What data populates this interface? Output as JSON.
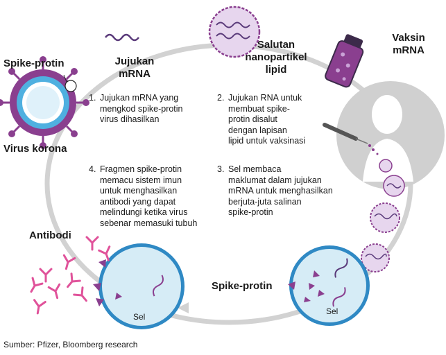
{
  "labels": {
    "spike_protein_top": "Spike-protin",
    "virus": "Virus korona",
    "mrna_seq_1": "Jujukan",
    "mrna_seq_2": "mRNA",
    "lnp_1": "Salutan",
    "lnp_2": "nanopartikel",
    "lnp_3": "lipid",
    "vaccine_1": "Vaksin",
    "vaccine_2": "mRNA",
    "antibody": "Antibodi",
    "spike_protein_cell": "Spike-protin",
    "cell_left": "Sel",
    "cell_right": "Sel"
  },
  "steps": [
    {
      "num": "1.",
      "lines": [
        "Jujukan mRNA yang",
        "mengkod spike-protin",
        "virus dihasilkan"
      ]
    },
    {
      "num": "2.",
      "lines": [
        "Jujukan RNA untuk",
        "membuat spike-",
        "protin disalut",
        "dengan lapisan",
        "lipid untuk vaksinasi"
      ]
    },
    {
      "num": "3.",
      "lines": [
        "Sel membaca",
        "maklumat dalam jujukan",
        "mRNA untuk menghasilkan",
        "berjuta-juta salinan",
        "spike-protin"
      ]
    },
    {
      "num": "4.",
      "lines": [
        "Fragmen spike-protin",
        "memacu sistem imun",
        "untuk menghasilkan",
        "antibodi yang dapat",
        "melindungi ketika virus",
        "sebenar memasuki tubuh"
      ]
    }
  ],
  "source": "Sumber: Pfizer, Bloomberg research",
  "colors": {
    "cycle": "#d2d2d2",
    "virus": "#8a3f8f",
    "virus_core": "#4fb0e0",
    "lnp_fill": "#e7d6ee",
    "lnp_stroke": "#8a3f8f",
    "cell_fill": "#d6ecf6",
    "cell_stroke": "#2f89c4",
    "antibody": "#e0529a",
    "person": "#d0d0d0",
    "rna": "#5a3a7a"
  }
}
